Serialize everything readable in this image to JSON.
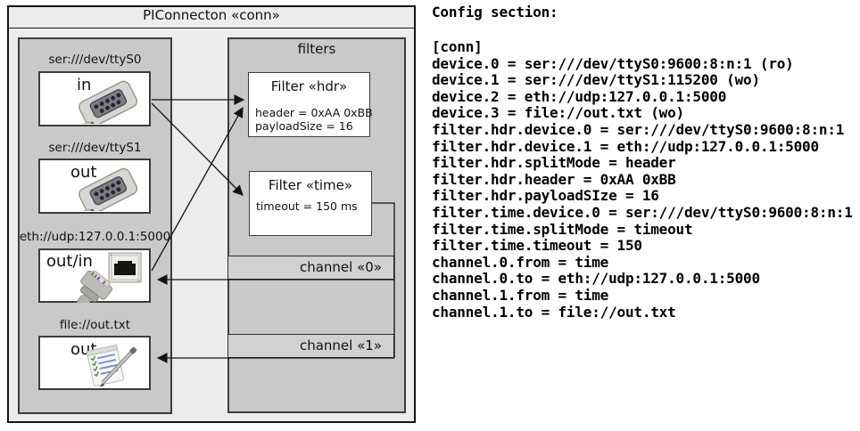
{
  "diagram": {
    "title": "PIConnecton «conn»",
    "devices": [
      {
        "label": "ser:///dev/ttyS0",
        "port": "in",
        "icon": "serial-connector-icon"
      },
      {
        "label": "ser:///dev/ttyS1",
        "port": "out",
        "icon": "serial-connector-icon"
      },
      {
        "label": "eth://udp:127.0.0.1:5000",
        "port": "out/in",
        "icon": "ethernet-icon"
      },
      {
        "label": "file://out.txt",
        "port": "out",
        "icon": "notepad-icon"
      }
    ],
    "filters_group": {
      "title": "filters",
      "filters": [
        {
          "title": "Filter «hdr»",
          "prop1": "header = 0xAA 0xBB",
          "prop2": "payloadSize = 16"
        },
        {
          "title": "Filter «time»",
          "prop1": "timeout = 150 ms",
          "prop2": ""
        }
      ]
    },
    "channels": [
      {
        "label": "channel «0»"
      },
      {
        "label": "channel «1»"
      }
    ]
  },
  "config": {
    "heading": "Config section:",
    "lines": [
      "[conn]",
      "device.0 = ser:///dev/ttyS0:9600:8:n:1 (ro)",
      "device.1 = ser:///dev/ttyS1:115200 (wo)",
      "device.2 = eth://udp:127.0.0.1:5000",
      "device.3 = file://out.txt (wo)",
      "filter.hdr.device.0 = ser:///dev/ttyS0:9600:8:n:1",
      "filter.hdr.device.1 = eth://udp:127.0.0.1:5000",
      "filter.hdr.splitMode = header",
      "filter.hdr.header = 0xAA 0xBB",
      "filter.hdr.payloadSIze = 16",
      "filter.time.device.0 = ser:///dev/ttyS0:9600:8:n:1",
      "filter.time.splitMode = timeout",
      "filter.time.timeout = 150",
      "channel.0.from = time",
      "channel.0.to = eth://udp:127.0.0.1:5000",
      "channel.1.from = time",
      "channel.1.to = file://out.txt"
    ]
  },
  "colors": {
    "frame_fill": "#ececec",
    "group_fill": "#c9c9c9",
    "channel_fill": "#d1d1d1",
    "box_fill": "#ffffff",
    "line": "#131313"
  }
}
